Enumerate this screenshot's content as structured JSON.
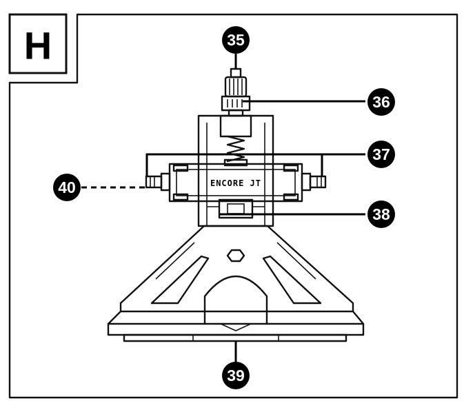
{
  "figure": {
    "section_label": "H",
    "brand_text": "ENCORE JT"
  },
  "callouts": [
    {
      "id": "35",
      "label": "35"
    },
    {
      "id": "36",
      "label": "36"
    },
    {
      "id": "37",
      "label": "37"
    },
    {
      "id": "38",
      "label": "38"
    },
    {
      "id": "39",
      "label": "39"
    },
    {
      "id": "40",
      "label": "40"
    }
  ],
  "colors": {
    "ink": "#111111",
    "background": "#ffffff"
  }
}
